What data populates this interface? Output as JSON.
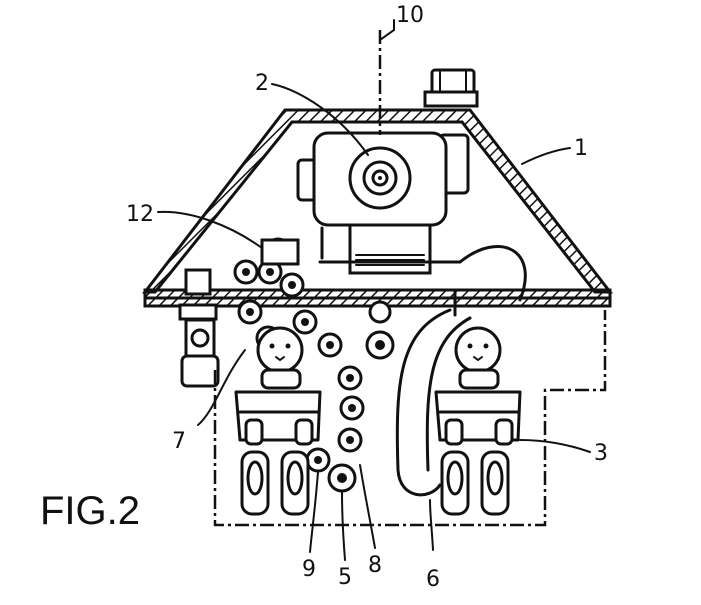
{
  "figure": {
    "label": "FIG.2"
  },
  "refs": {
    "r1": "1",
    "r2": "2",
    "r3": "3",
    "r5": "5",
    "r6": "6",
    "r7": "7",
    "r8": "8",
    "r9": "9",
    "r10": "10",
    "r12": "12"
  }
}
